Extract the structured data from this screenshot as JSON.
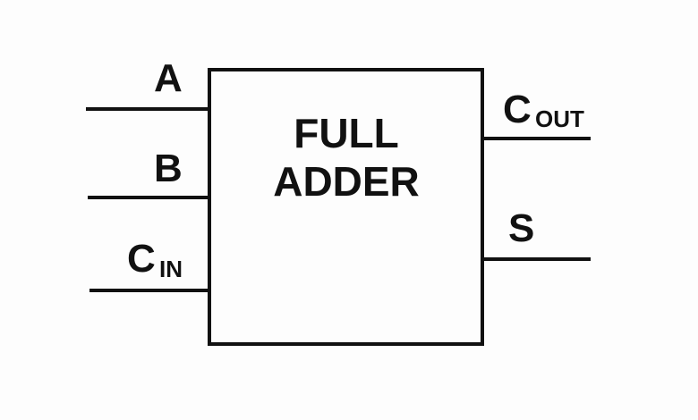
{
  "block": {
    "title_line1": "FULL",
    "title_line2": "ADDER"
  },
  "inputs": {
    "a": "A",
    "b": "B",
    "cin_main": "C",
    "cin_sub": "IN"
  },
  "outputs": {
    "cout_main": "C",
    "cout_sub": "OUT",
    "s": "S"
  },
  "colors": {
    "stroke": "#111111",
    "background": "#fdfdfd"
  }
}
